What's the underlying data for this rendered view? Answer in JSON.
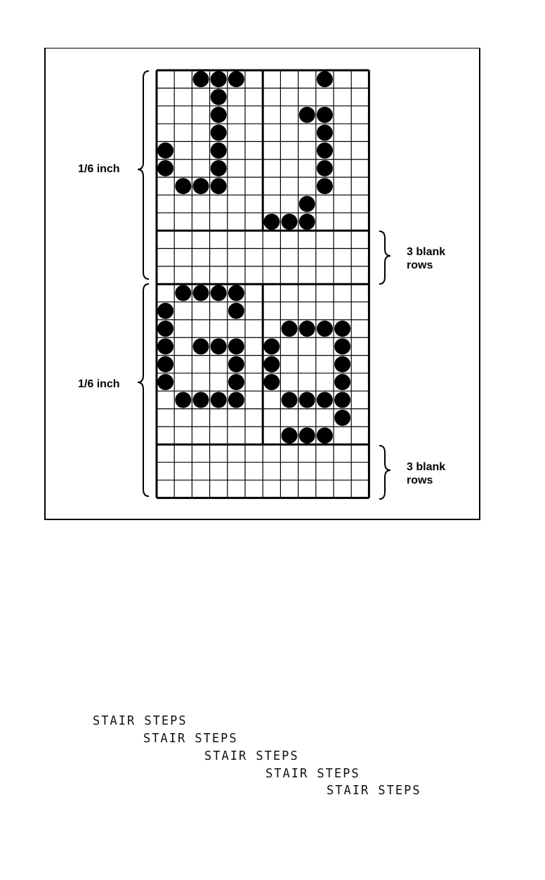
{
  "diagram": {
    "labels": {
      "line_spacing": "1/6 inch",
      "blank_rows_line1": "3 blank",
      "blank_rows_line2": "rows"
    },
    "grid": {
      "columns": 12,
      "rows_per_line": 12,
      "character_rows": 9,
      "blank_rows": 3,
      "lines": 2,
      "characters_per_line": 2
    },
    "glyph_dots": [
      [
        "..###.",
        "...#..",
        "...#..",
        "...#..",
        "#..#..",
        "#..#..",
        ".###..",
        "......",
        "......"
      ],
      [
        "...#..",
        "......",
        "..##..",
        "...#..",
        "...#..",
        "...#..",
        "...#..",
        "..#...",
        "###..."
      ],
      [
        ".####.",
        "#...#.",
        "#.....",
        "#.###.",
        "#...#.",
        "#...#.",
        ".####.",
        "......",
        "......"
      ],
      [
        "......",
        "......",
        ".####.",
        "#...#.",
        "#...#.",
        "#...#.",
        ".####.",
        "....#.",
        ".###.."
      ]
    ]
  },
  "stair_steps": {
    "lines": [
      "STAIR STEPS",
      "STAIR STEPS",
      "STAIR STEPS",
      "STAIR STEPS",
      "STAIR STEPS"
    ]
  }
}
